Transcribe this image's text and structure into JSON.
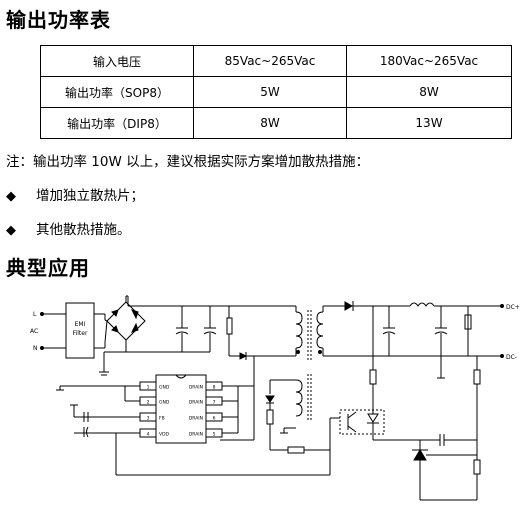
{
  "section1": {
    "title": "输出功率表"
  },
  "table": {
    "header": [
      "输入电压",
      "85Vac~265Vac",
      "180Vac~265Vac"
    ],
    "rows": [
      [
        "输出功率（SOP8）",
        "5W",
        "8W"
      ],
      [
        "输出功率（DIP8）",
        "8W",
        "13W"
      ]
    ]
  },
  "note": "注：输出功率 10W 以上，建议根据实际方案增加散热措施：",
  "bullets": [
    "增加独立散热片；",
    "其他散热措施。"
  ],
  "bullet_symbol": "◆",
  "section2": {
    "title": "典型应用"
  },
  "schematic": {
    "input_labels": [
      "L",
      "AC",
      "N"
    ],
    "emi_label": [
      "EMI",
      "Filter"
    ],
    "output_labels": [
      "DC+",
      "DC-"
    ],
    "ic_left_pins": [
      {
        "num": "1",
        "name": "GND"
      },
      {
        "num": "2",
        "name": "GND"
      },
      {
        "num": "3",
        "name": "FB"
      },
      {
        "num": "4",
        "name": "VDD"
      }
    ],
    "ic_right_pins": [
      {
        "num": "8",
        "name": "DRAIN"
      },
      {
        "num": "7",
        "name": "DRAIN"
      },
      {
        "num": "6",
        "name": "DRAIN"
      },
      {
        "num": "5",
        "name": "DRAIN"
      }
    ]
  }
}
